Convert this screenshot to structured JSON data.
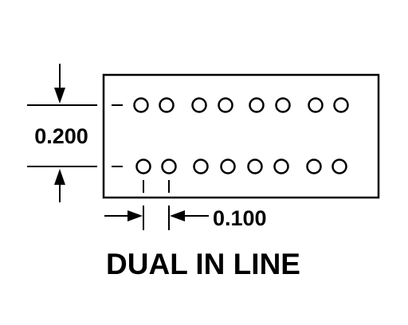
{
  "diagram": {
    "row_spacing_label": "0.200",
    "pin_pitch_label": "0.100",
    "caption": "DUAL IN LINE",
    "pins_per_row": 8,
    "rows": 2
  },
  "colors": {
    "stroke": "#000000",
    "background": "#ffffff"
  }
}
